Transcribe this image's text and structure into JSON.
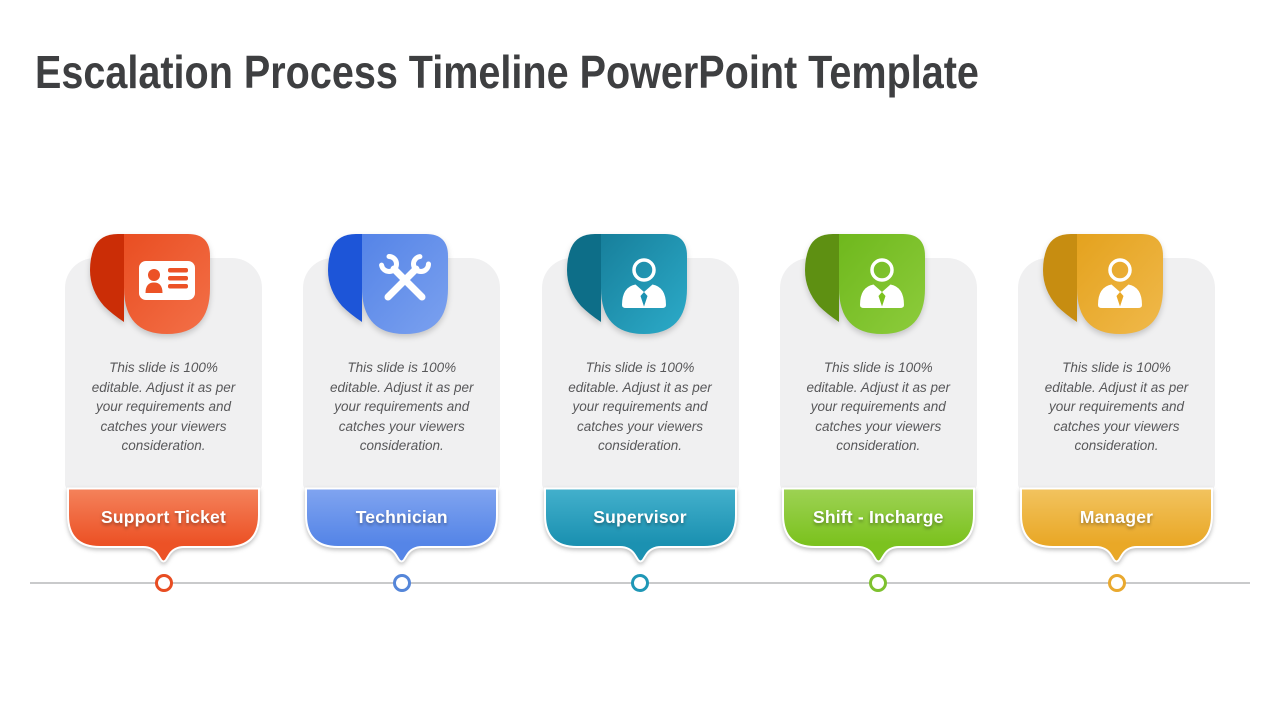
{
  "slide": {
    "title": "Escalation Process Timeline PowerPoint Template"
  },
  "card_description": "This slide is 100%\neditable. Adjust it as per\nyour requirements and\ncatches your viewers\nconsideration.",
  "timeline": {
    "line_color": "#C9CACB"
  },
  "cards": [
    {
      "label": "Support Ticket",
      "icon": "id-card-icon",
      "colors": {
        "rf": "#E94E22",
        "rt": "#F37048",
        "fold": "#CB2D06",
        "lf": "#F4825B",
        "lt": "#EC5226",
        "ring": "#E84D22"
      }
    },
    {
      "label": "Technician",
      "icon": "tools-icon",
      "colors": {
        "rf": "#5584E7",
        "rt": "#7BA1EF",
        "fold": "#1D55D8",
        "lf": "#80A4F0",
        "lt": "#5585E7",
        "ring": "#5586D9"
      }
    },
    {
      "label": "Supervisor",
      "icon": "businessman-icon",
      "colors": {
        "rf": "#177F9B",
        "rt": "#2CABC9",
        "fold": "#0D6E88",
        "lf": "#43B0CC",
        "lt": "#1B91B1",
        "ring": "#1F97B6"
      }
    },
    {
      "label": "Shift - Incharge",
      "icon": "businessman-icon",
      "colors": {
        "rf": "#6FB81D",
        "rt": "#8DCC3C",
        "fold": "#5E9012",
        "lf": "#9DD254",
        "lt": "#7CC21F",
        "ring": "#7EC12F"
      }
    },
    {
      "label": "Manager",
      "icon": "businessman-icon",
      "colors": {
        "rf": "#E4A21E",
        "rt": "#F0B94B",
        "fold": "#C78D11",
        "lf": "#F2C35F",
        "lt": "#E9A827",
        "ring": "#E9A92F"
      }
    }
  ]
}
